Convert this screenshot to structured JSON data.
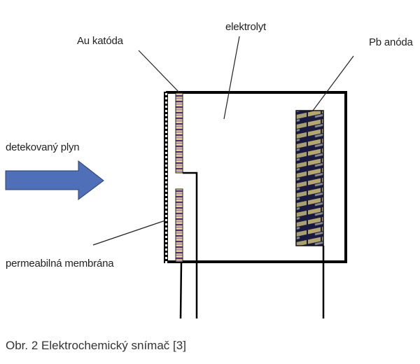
{
  "labels": {
    "cathode": "Au katóda",
    "electrolyte": "elektrolyt",
    "anode": "Pb anóda",
    "gas": "detekovaný plyn",
    "membrane": "permeabilná membrána"
  },
  "caption": "Obr. 2  Elektrochemický snímač [3]",
  "colors": {
    "arrow": "#4f6fb8",
    "outline": "#000000"
  }
}
